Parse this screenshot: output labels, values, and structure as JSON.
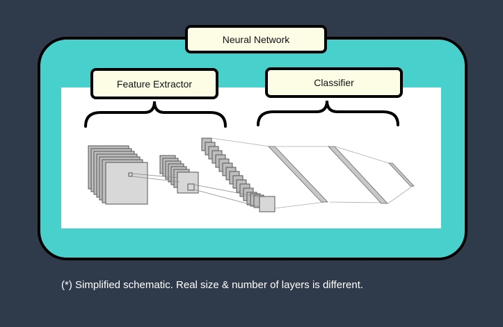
{
  "labels": {
    "neural_network": "Neural Network",
    "feature_extractor": "Feature Extractor",
    "classifier": "Classifier"
  },
  "caption": "(*) Simplified schematic. Real size & number of layers is different.",
  "colors": {
    "background": "#2f3b4a",
    "network_fill": "#48d1cc",
    "label_fill": "#fdfde6",
    "panel": "#ffffff",
    "layer_fill": "#bdbdbd",
    "layer_stroke": "#555555"
  },
  "icons": [
    "brace-feature-extractor",
    "brace-classifier",
    "conv-layer-stack",
    "fc-layer"
  ]
}
